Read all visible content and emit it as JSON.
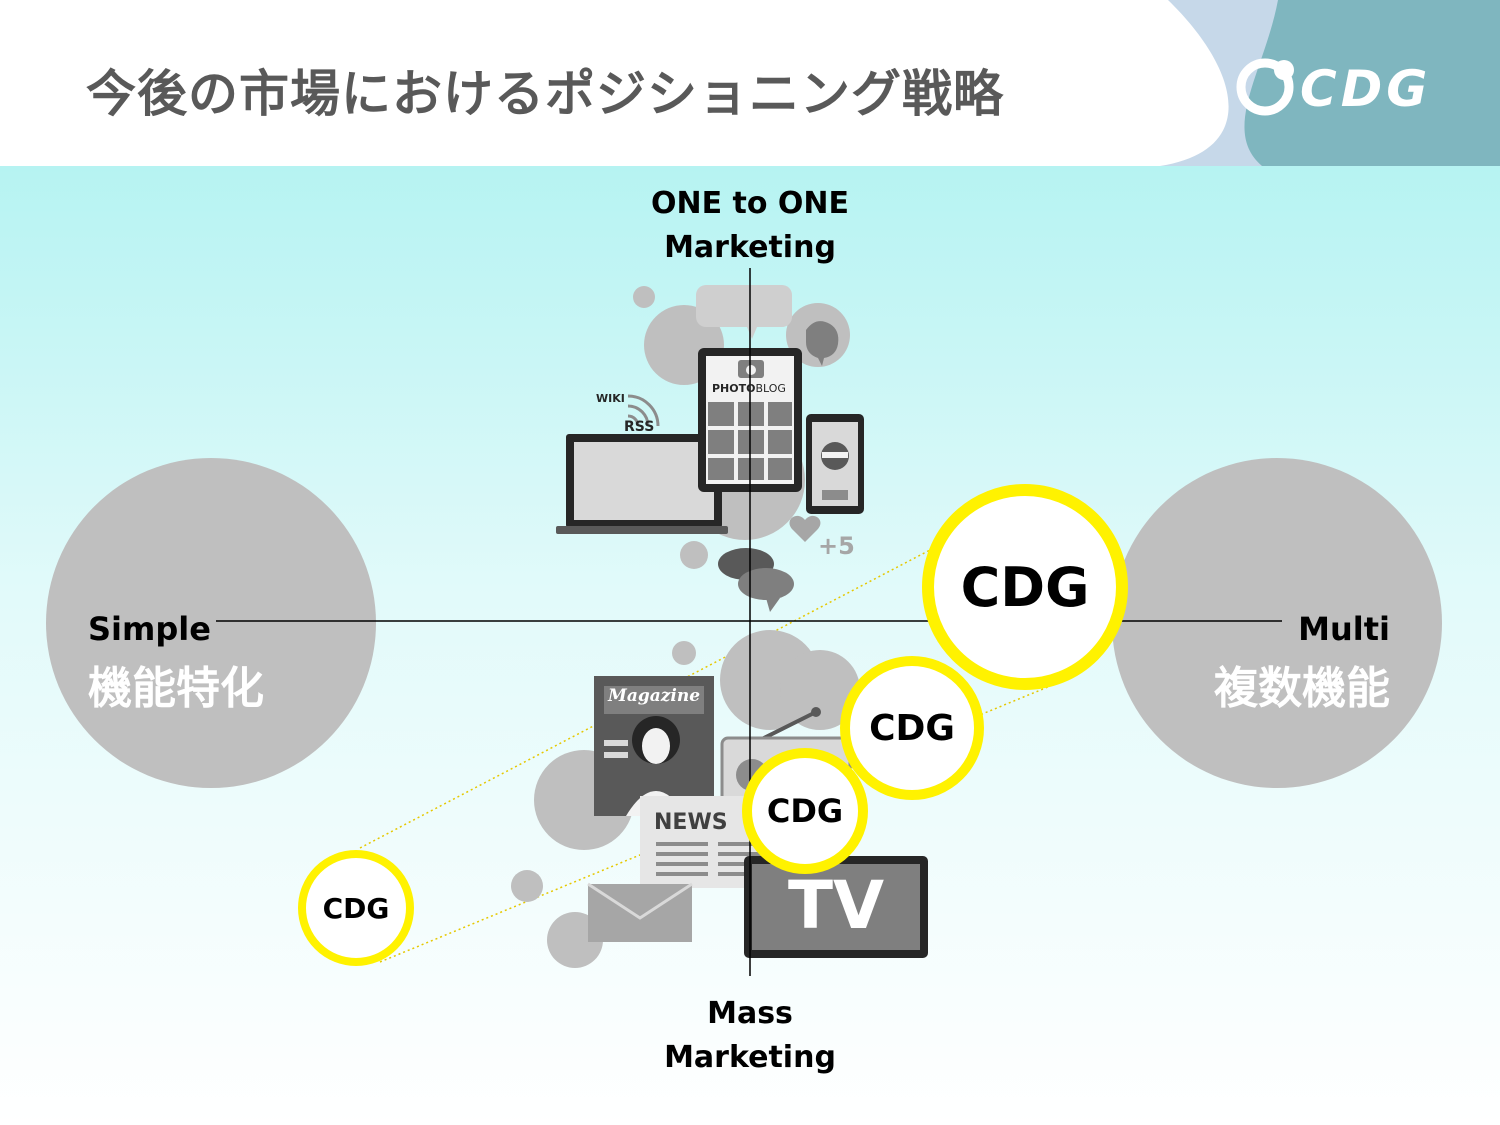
{
  "title": "今後の市場におけるポジショニング戦略",
  "logo": {
    "text": "CDG"
  },
  "axis": {
    "top_line1": "ONE to ONE",
    "top_line2": "Marketing",
    "bottom_line1": "Mass",
    "bottom_line2": "Marketing",
    "left_en": "Simple",
    "left_jp": "機能特化",
    "right_en": "Multi",
    "right_jp": "複数機能"
  },
  "icons": {
    "wiki": "WIKI",
    "rss": "RSS",
    "photoblog_bold": "PHOTO",
    "photoblog_light": "BLOG",
    "plus5": "+5",
    "magazine": "Magazine",
    "news": "NEWS",
    "tv": "TV"
  },
  "positions": [
    {
      "label": "CDG"
    },
    {
      "label": "CDG"
    },
    {
      "label": "CDG"
    },
    {
      "label": "CDG"
    }
  ],
  "colors": {
    "highlight": "#fff200",
    "circle": "#bfbfbf",
    "title": "#595959",
    "logo_bg": "#7fb6bf"
  }
}
